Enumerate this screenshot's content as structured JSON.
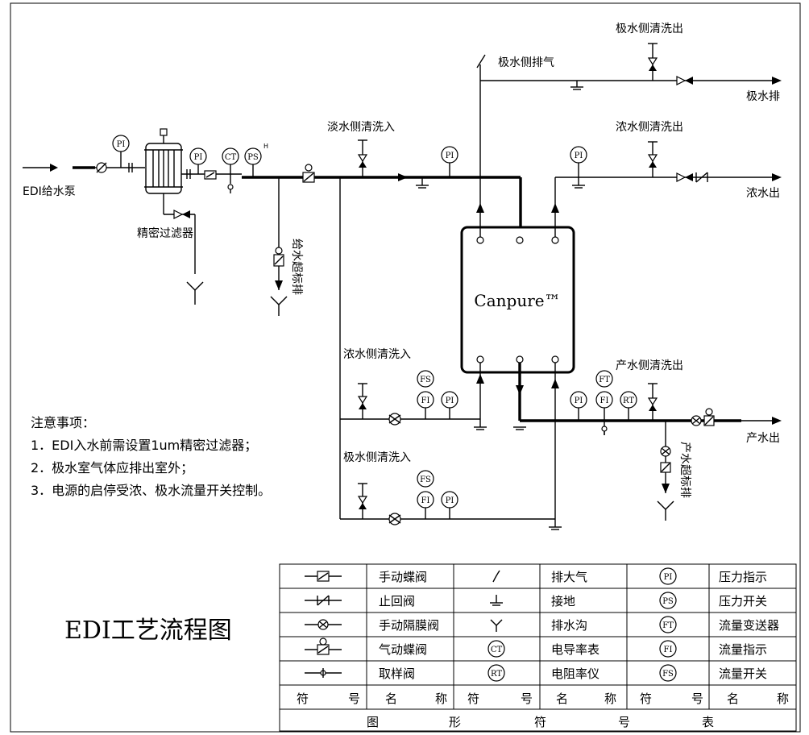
{
  "title": "EDI工艺流程图",
  "device_label": "Canpure™",
  "labels": {
    "feed_pump": "EDI给水泵",
    "fine_filter": "精密过滤器",
    "feed_over_limit_drain": "给水超标排",
    "dilute_side_flush_in": "淡水侧清洗入",
    "electrode_side_vent": "极水侧排气",
    "electrode_side_flush_out": "极水侧清洗出",
    "electrode_water_drain": "极水排",
    "conc_side_flush_out": "浓水侧清洗出",
    "conc_water_out": "浓水出",
    "conc_side_flush_in": "浓水侧清洗入",
    "electrode_side_flush_in": "极水侧清洗入",
    "product_side_flush_out": "产水侧清洗出",
    "product_water_out": "产水出",
    "product_over_limit_drain": "产水超标排"
  },
  "instruments": {
    "pi": "PI",
    "ct": "CT",
    "ps": "PS",
    "ps_sup": "H",
    "fs": "FS",
    "fi": "FI",
    "ft": "FT",
    "rt": "RT"
  },
  "notes": {
    "heading": "注意事项：",
    "items": [
      "1．EDI入水前需设置1um精密过滤器；",
      "2．极水室气体应排出室外；",
      "3．电源的启停受浓、极水流量开关控制。"
    ]
  },
  "legend": {
    "rows": [
      [
        "手动蝶阀",
        "排大气",
        "压力指示"
      ],
      [
        "止回阀",
        "接地",
        "压力开关"
      ],
      [
        "手动隔膜阀",
        "排水沟",
        "流量变送器"
      ],
      [
        "气动蝶阀",
        "电导率表",
        "流量指示"
      ],
      [
        "取样阀",
        "电阻率仪",
        "流量开关"
      ]
    ],
    "row_instruments": [
      [
        "",
        "",
        "PI"
      ],
      [
        "",
        "",
        "PS"
      ],
      [
        "",
        "",
        "FT"
      ],
      [
        "",
        "CT",
        "FI"
      ],
      [
        "",
        "RT",
        "FS"
      ]
    ],
    "header": [
      "符",
      "号",
      "名",
      "称",
      "符",
      "号",
      "名",
      "称",
      "符",
      "号",
      "名",
      "称"
    ],
    "footer": [
      "图",
      "形",
      "符",
      "号",
      "表"
    ]
  }
}
